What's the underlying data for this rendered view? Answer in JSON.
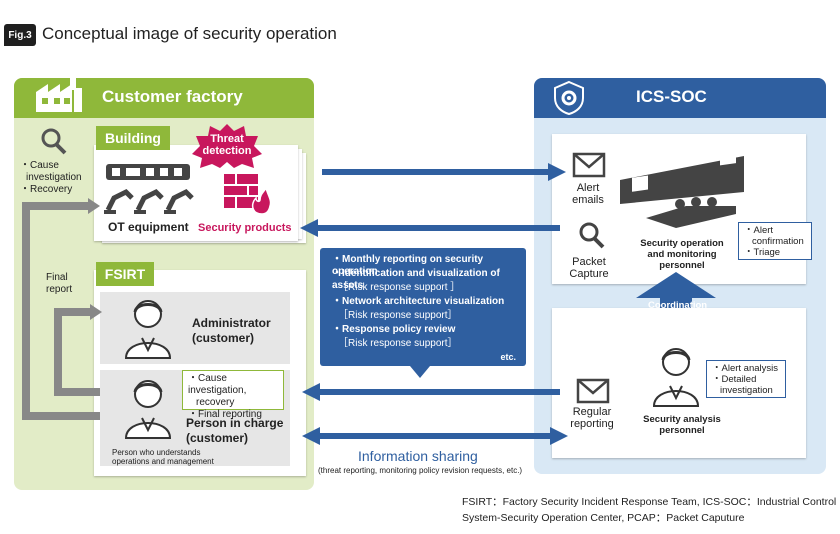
{
  "figure": {
    "badge": "Fig.3",
    "title": "Conceptual image of security operation"
  },
  "customer": {
    "title": "Customer factory",
    "cause_lines": [
      "・Cause",
      "investigation",
      "・Recovery"
    ],
    "final_report": [
      "Final",
      "report"
    ],
    "building": {
      "tag": "Building",
      "threat": [
        "Threat",
        "detection"
      ],
      "ot_label": "OT equipment",
      "sec_label": "Security products"
    },
    "fsirt": {
      "tag": "FSIRT",
      "admin": [
        "Administrator",
        "(customer)"
      ],
      "person": [
        "Person in charge",
        "(customer)"
      ],
      "person_bubble": [
        "・Cause investigation,",
        "recovery",
        "・Final reporting"
      ],
      "person_note": [
        "Person who understands",
        "operations and management"
      ]
    }
  },
  "soc": {
    "title": "ICS-SOC",
    "alert_emails": [
      "Alert",
      "emails"
    ],
    "packet_capture": [
      "Packet",
      "Capture"
    ],
    "ops_label": [
      "Security operation",
      "and monitoring",
      "personnel"
    ],
    "ops_bubble": [
      "・Alert",
      "confirmation",
      "・Triage"
    ],
    "coordination": "Coordination",
    "regular_reporting": [
      "Regular",
      "reporting"
    ],
    "analysis_label": [
      "Security analysis",
      "personnel"
    ],
    "analysis_bubble": [
      "・Alert analysis",
      "・Detailed",
      "investigation"
    ]
  },
  "services": {
    "lines": [
      "・Monthly reporting on security operation",
      "・Identification and visualization of assets",
      "［Risk response support ］",
      "・Network architecture visualization",
      "［Risk response support］",
      "・Response policy review",
      "［Risk response support］"
    ],
    "etc": "etc."
  },
  "info_sharing": {
    "title": "Information sharing",
    "sub": "(threat reporting, monitoring policy revision requests, etc.)"
  },
  "footnote": [
    "FSIRT：Factory Security Incident Response Team, ICS-SOC：Industrial Control",
    "System-Security Operation Center, PCAP：Packet Caputure"
  ],
  "colors": {
    "green": "#8fb83a",
    "green_light": "#e2ecc7",
    "blue": "#2f5fa0",
    "blue_light": "#d9e8f5",
    "threat_red": "#c8175d"
  }
}
